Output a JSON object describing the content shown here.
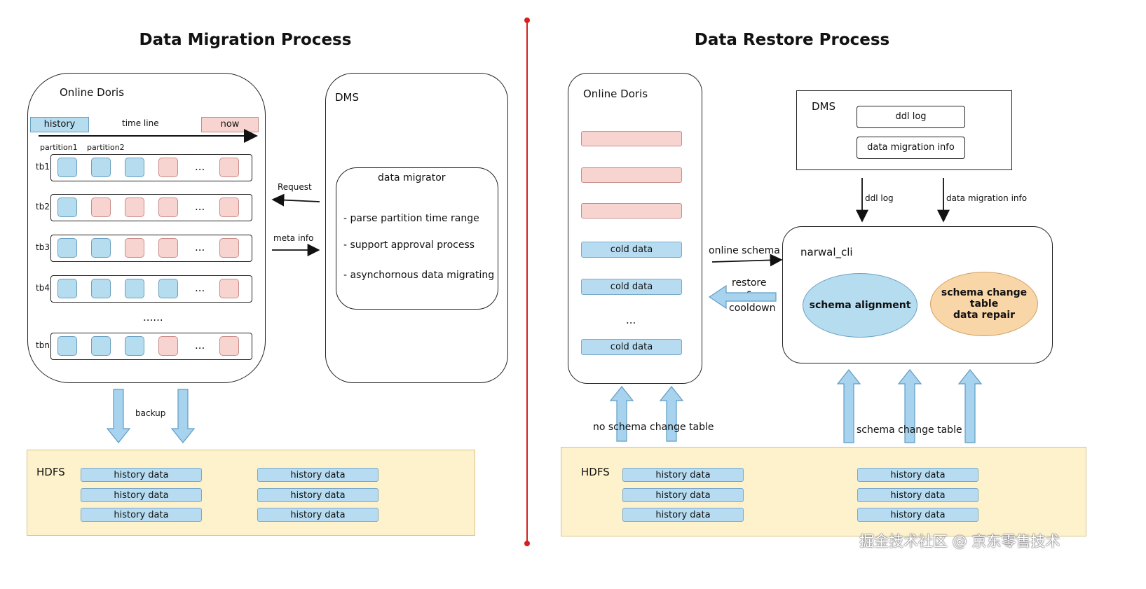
{
  "left": {
    "title": "Data Migration Process",
    "online_doris": {
      "label": "Online Doris",
      "history_tag": "history",
      "now_tag": "now",
      "timeline_label": "time line",
      "partition1": "partition1",
      "partition2": "partition2",
      "ellipsis": "...",
      "vertical_ellipsis": "......",
      "rows": [
        {
          "label": "tb1",
          "cells": [
            "blue",
            "blue",
            "blue",
            "pink",
            "pink"
          ]
        },
        {
          "label": "tb2",
          "cells": [
            "blue",
            "pink",
            "pink",
            "pink",
            "pink"
          ]
        },
        {
          "label": "tb3",
          "cells": [
            "blue",
            "blue",
            "pink",
            "pink",
            "pink"
          ]
        },
        {
          "label": "tb4",
          "cells": [
            "blue",
            "blue",
            "blue",
            "blue",
            "pink"
          ]
        },
        {
          "label": "tbn",
          "cells": [
            "blue",
            "blue",
            "blue",
            "pink",
            "pink"
          ]
        }
      ]
    },
    "dms": {
      "label": "DMS",
      "migrator_title": "data migrator",
      "features": [
        "- parse partition time range",
        "- support approval process",
        "- asynchornous data migrating"
      ]
    },
    "request_label": "Request",
    "meta_info_label": "meta info",
    "backup_label": "backup",
    "hdfs": {
      "label": "HDFS",
      "col1": [
        "history data",
        "history data",
        "history data"
      ],
      "col2": [
        "history data",
        "history data",
        "history data"
      ]
    }
  },
  "right": {
    "title": "Data Restore Process",
    "online_doris": {
      "label": "Online Doris",
      "cold_bars": [
        "cold data",
        "cold data",
        "cold data"
      ],
      "ellipsis": "..."
    },
    "dms": {
      "label": "DMS",
      "items": [
        "ddl log",
        "data migration info"
      ]
    },
    "arrow_ddl_log": "ddl log",
    "arrow_migration_info": "data migration info",
    "narwal": {
      "label": "narwal_cli",
      "schema_alignment": "schema alignment",
      "repair_line1": "schema change table",
      "repair_line2": "data repair"
    },
    "online_schema_label": "online schema",
    "restore_label": "restore",
    "amp_label": "&",
    "cooldown_label": "cooldown",
    "no_schema_change_label": "no schema change table",
    "schema_change_label": "schema change table",
    "hdfs": {
      "label": "HDFS",
      "col1": [
        "history data",
        "history data",
        "history data"
      ],
      "col2": [
        "history data",
        "history data",
        "history data"
      ]
    }
  },
  "watermark": "掘金技术社区 @ 京东零售技术",
  "colors": {
    "divider": "#d62020",
    "blue_fill": "#b6dcf0",
    "pink_fill": "#f8d4d0",
    "hdfs_fill": "#fdf2cc",
    "orange_fill": "#f8d6a8"
  }
}
